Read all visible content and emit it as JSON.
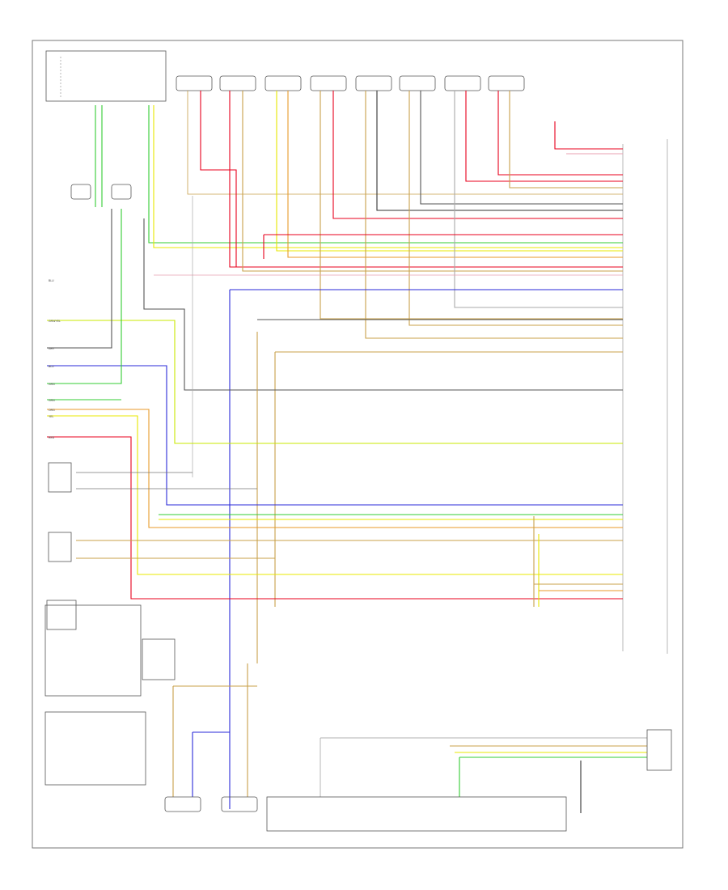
{
  "components": {
    "top_box": {
      "line1": "",
      "line2": "",
      "line3": ""
    },
    "top_connectors": [
      {
        "name": "",
        "id": "c1"
      },
      {
        "name": "",
        "id": "c2"
      },
      {
        "name": "",
        "id": "c3"
      },
      {
        "name": "",
        "id": "c4"
      },
      {
        "name": "",
        "id": "c5"
      },
      {
        "name": "",
        "id": "c6"
      },
      {
        "name": "",
        "id": "c7"
      },
      {
        "name": "",
        "id": "c8"
      },
      {
        "name": "",
        "id": "c9"
      }
    ],
    "left_components": [],
    "bottom_left_labels": [],
    "bottom_center_module": "",
    "right_module_label": "",
    "right_connector_label": "",
    "bottom_right_box_label": "",
    "page_ref": ""
  },
  "wire_colors": {
    "green": "#33cc33",
    "yellow": "#e8e800",
    "red": "#e8001c",
    "orange": "#e89a2a",
    "tan": "#c8a04a",
    "blue": "#2a2ad8",
    "gray": "#666666",
    "lightgray": "#aaaaaa",
    "black": "#333333",
    "pink": "#e8a0b0"
  }
}
